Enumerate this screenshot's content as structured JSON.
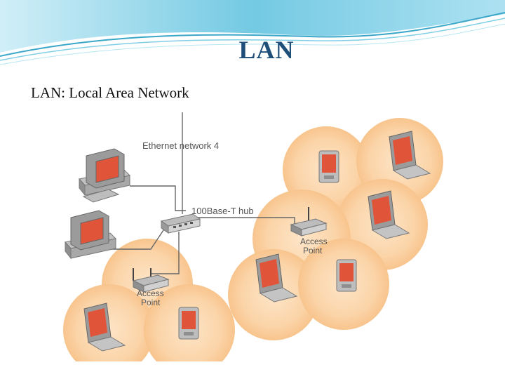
{
  "slide": {
    "title": "LAN",
    "subtitle": "LAN: Local Area Network"
  },
  "diagram": {
    "ethernet_label": "Ethernet network 4",
    "hub_label": "100Base-T hub",
    "access_point_1": {
      "line1": "Access",
      "line2": "Point"
    },
    "access_point_2": {
      "line1": "Access",
      "line2": "Point"
    }
  },
  "colors": {
    "title": "#1f4e79",
    "header_wave": "#5bc0de",
    "cell_fill": "#fbd4a8",
    "screen_red": "#e0553a",
    "device_gray": "#8c8c8c"
  }
}
